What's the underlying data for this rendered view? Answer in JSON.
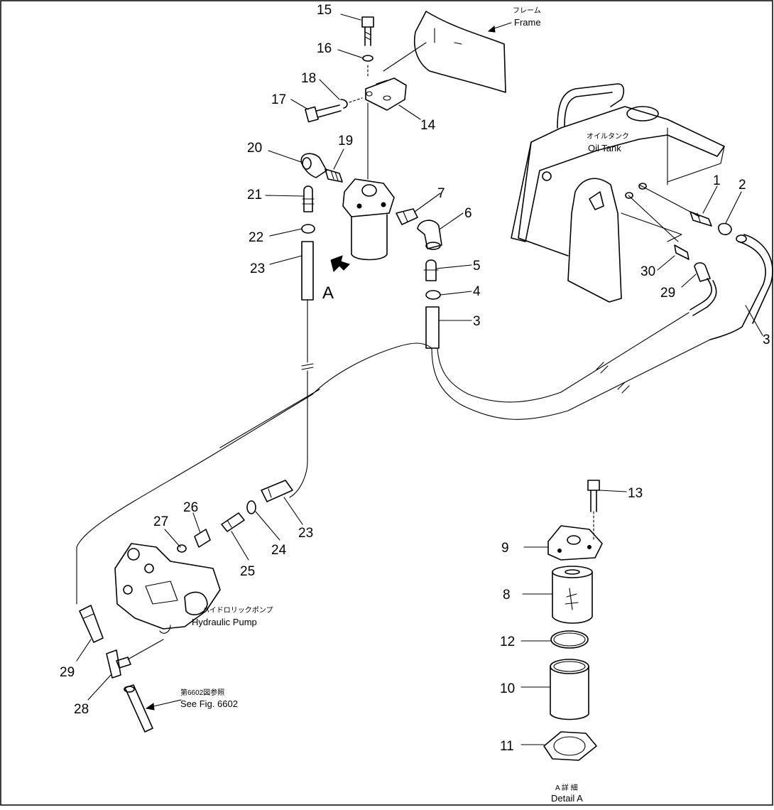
{
  "labels": {
    "frame_jp": "フレーム",
    "frame_en": "Frame",
    "oil_tank_jp": "オイルタンク",
    "oil_tank_en": "Oil Tank",
    "pump_jp": "ハイドロリックポンプ",
    "pump_en": "Hydraulic Pump",
    "see_fig_jp": "第6602図参照",
    "see_fig_en": "See Fig. 6602",
    "view_a": "A",
    "detail_jp": "A 詳 細",
    "detail_en": "Detail A"
  },
  "callouts": {
    "p1": "1",
    "p2": "2",
    "p3a": "3",
    "p3b": "3",
    "p4": "4",
    "p5": "5",
    "p6": "6",
    "p7": "7",
    "p8": "8",
    "p9": "9",
    "p10": "10",
    "p11": "11",
    "p12": "12",
    "p13": "13",
    "p14": "14",
    "p15": "15",
    "p16": "16",
    "p17": "17",
    "p18": "18",
    "p19": "19",
    "p20": "20",
    "p21": "21",
    "p22": "22",
    "p23a": "23",
    "p23b": "23",
    "p24": "24",
    "p25": "25",
    "p26": "26",
    "p27": "27",
    "p28": "28",
    "p29a": "29",
    "p29b": "29",
    "p30": "30"
  }
}
